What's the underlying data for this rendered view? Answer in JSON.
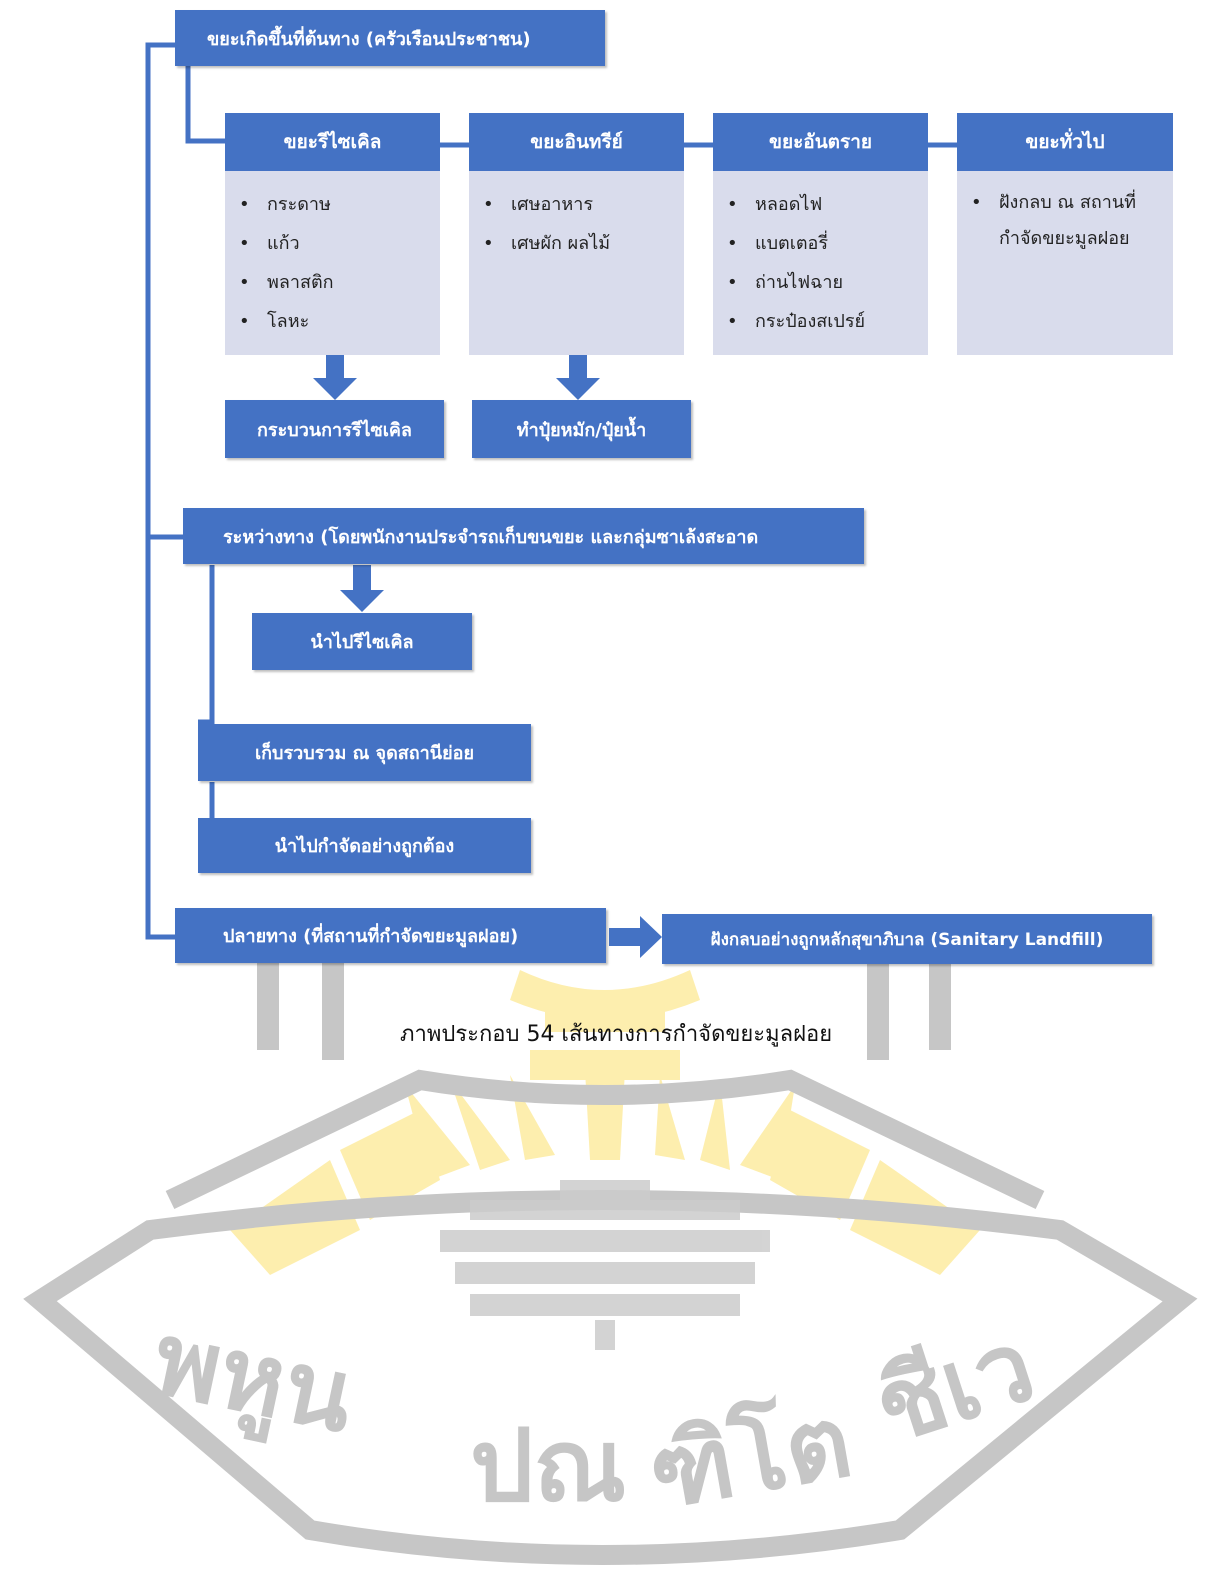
{
  "source": {
    "label": "ขยะเกิดขึ้นที่ต้นทาง (ครัวเรือนประชาชน)"
  },
  "categories": [
    {
      "title": "ขยะรีไซเคิล",
      "items": [
        "กระดาษ",
        "แก้ว",
        "พลาสติก",
        "โลหะ"
      ]
    },
    {
      "title": "ขยะอินทรีย์",
      "items": [
        "เศษอาหาร",
        "เศษผัก ผลไม้"
      ]
    },
    {
      "title": "ขยะอันตราย",
      "items": [
        "หลอดไฟ",
        "แบตเตอรี่",
        "ถ่านไฟฉาย",
        "กระป๋องสเปรย์"
      ]
    },
    {
      "title": "ขยะทั่วไป",
      "items": [
        "ฝังกลบ ณ สถานที่กำจัดขยะมูลฝอย"
      ]
    }
  ],
  "outcomes": {
    "recycle_process": "กระบวนการรีไซเคิล",
    "compost": "ทำปุ๋ยหมัก/ปุ๋ยน้ำ"
  },
  "midway": {
    "label": "ระหว่างทาง (โดยพนักงานประจำรถเก็บขนขยะ และกลุ่มซาเล้งสะอาด",
    "recycle": "นำไปรีไซเคิล",
    "collect": "เก็บรวบรวม ณ จุดสถานีย่อย",
    "dispose": "นำไปกำจัดอย่างถูกต้อง"
  },
  "destination": {
    "label": "ปลายทาง (ที่สถานที่กำจัดขยะมูลฝอย)",
    "landfill": "ฝังกลบอย่างถูกหลักสุขาภิบาล (Sanitary Landfill)"
  },
  "caption": "ภาพประกอบ 54 เส้นทางการกำจัดขยะมูลฝอย",
  "watermark": {
    "text": "พหูน ปณ ฑิโต ชีเว",
    "colors": {
      "gray": "#c6c6c6",
      "yellow": "#fdeeae"
    }
  },
  "colors": {
    "box": "#4472c4",
    "body": "#d9dcec",
    "line": "#4472c4"
  }
}
